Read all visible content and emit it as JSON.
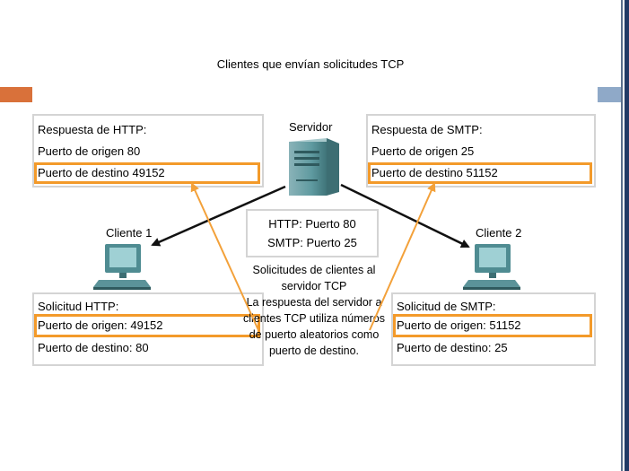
{
  "title": "Clientes que envían solicitudes TCP",
  "server": {
    "label": "Servidor"
  },
  "client1": {
    "label": "Cliente 1"
  },
  "client2": {
    "label": "Cliente 2"
  },
  "response_http": {
    "line1": "Respuesta de HTTP:",
    "line2": "Puerto de origen 80",
    "line3": "Puerto de destino 49152"
  },
  "response_smtp": {
    "line1": "Respuesta de SMTP:",
    "line2": "Puerto de origen 25",
    "line3": "Puerto de destino 51152"
  },
  "request_http": {
    "line1": "Solicitud HTTP:",
    "line2": "Puerto de origen: 49152",
    "line3": "Puerto de destino: 80"
  },
  "request_smtp": {
    "line1": "Solicitud de SMTP:",
    "line2": "Puerto de origen: 51152",
    "line3": "Puerto de destino: 25"
  },
  "ports": {
    "http": "HTTP: Puerto 80",
    "smtp": "SMTP: Puerto 25"
  },
  "notes": {
    "l1": "Solicitudes de clientes al",
    "l2": "servidor TCP",
    "l3": "La respuesta del servidor a",
    "l4": "clientes TCP utiliza números",
    "l5": "de puerto aleatorios como",
    "l6": "puerto de destino."
  },
  "colors": {
    "highlight": "#f39a2a",
    "arrow": "#f3a13a",
    "accent_left": "#d9713a",
    "accent_right": "#8fa9c8"
  }
}
